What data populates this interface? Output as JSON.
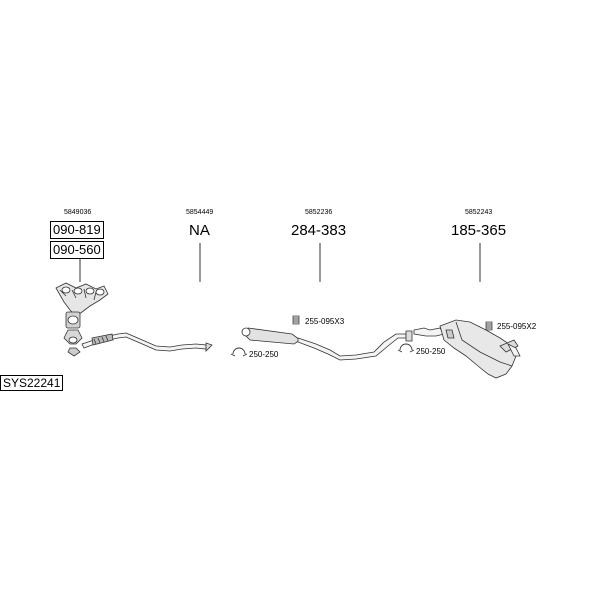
{
  "system_id": "SYS22241",
  "parts": [
    {
      "part_number": "5849036",
      "codes": [
        "090-819",
        "090-560"
      ]
    },
    {
      "part_number": "5854449",
      "code": "NA"
    },
    {
      "part_number": "5852236",
      "code": "284-383"
    },
    {
      "part_number": "5852243",
      "code": "185-365"
    }
  ],
  "accessories": [
    {
      "code": "255-095X3"
    },
    {
      "code": "250-250"
    },
    {
      "code": "250-250"
    },
    {
      "code": "255-095X2"
    }
  ]
}
